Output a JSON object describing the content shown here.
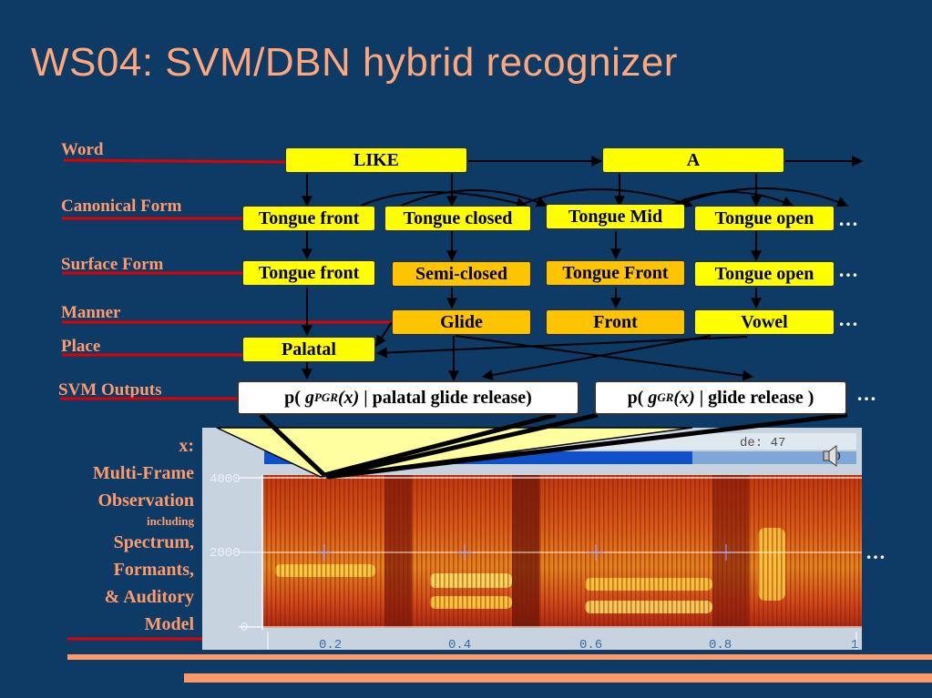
{
  "title": "WS04: SVM/DBN hybrid recognizer",
  "rows": {
    "word": "Word",
    "canonical": "Canonical Form",
    "surface": "Surface Form",
    "manner": "Manner",
    "place": "Place",
    "svm": "SVM Outputs"
  },
  "word_nodes": [
    "LIKE",
    "A"
  ],
  "canonical_nodes": [
    "Tongue front",
    "Tongue closed",
    "Tongue Mid",
    "Tongue open"
  ],
  "surface_nodes": [
    "Tongue front",
    "Semi-closed",
    "Tongue Front",
    "Tongue open"
  ],
  "manner_nodes": [
    "Glide",
    "Front",
    "Vowel"
  ],
  "place_nodes": [
    "Palatal"
  ],
  "svm_outputs": [
    {
      "prefix": "p( ",
      "g": "g",
      "sub": "PGR",
      "x": "(x)",
      "rest": " | palatal glide release)"
    },
    {
      "prefix": "p( ",
      "g": "g",
      "sub": "GR",
      "x": "(x)",
      "rest": " | glide release )"
    }
  ],
  "ellipsis": "…",
  "x_label": {
    "line1": "x:",
    "line2": "Multi-Frame",
    "line3": "Observation",
    "line4": "including",
    "line5": "Spectrum,",
    "line6": "Formants,",
    "line7": "& Auditory",
    "line8": "Model"
  },
  "spectrogram": {
    "y_ticks": [
      "4000",
      "2000",
      "0"
    ],
    "x_ticks": [
      "0.2",
      "0.4",
      "0.6",
      "0.8",
      "1"
    ],
    "status_text": "de: 47"
  },
  "colors": {
    "background": "#0e3a66",
    "title": "#ffa77a",
    "label": "#ff9b6a",
    "node_yellow": "#ffff00",
    "node_orange": "#ffc400",
    "red_line": "#e00000",
    "accent_bar": "#ff9966"
  }
}
